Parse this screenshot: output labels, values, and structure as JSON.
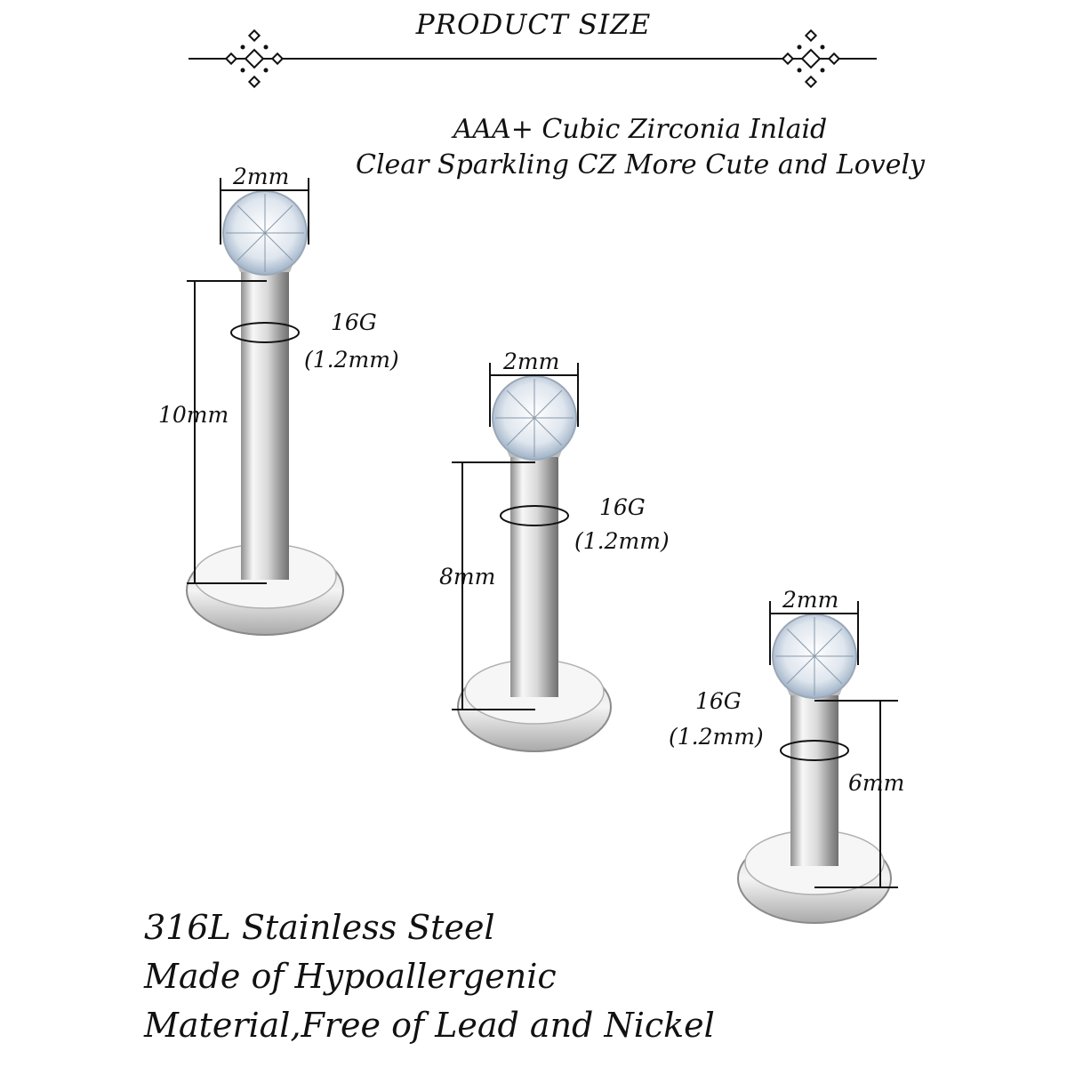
{
  "header": {
    "title": "PRODUCT    SIZE"
  },
  "tagline": {
    "line1": "AAA+ Cubic Zirconia Inlaid",
    "line2": "Clear Sparkling CZ More Cute and Lovely"
  },
  "products": [
    {
      "gem_width": "2mm",
      "gauge": "16G",
      "gauge_mm": "(1.2mm)",
      "length": "10mm"
    },
    {
      "gem_width": "2mm",
      "gauge": "16G",
      "gauge_mm": "(1.2mm)",
      "length": "8mm"
    },
    {
      "gem_width": "2mm",
      "gauge": "16G",
      "gauge_mm": "(1.2mm)",
      "length": "6mm"
    }
  ],
  "material": {
    "line1": "316L Stainless Steel",
    "line2": "Made of Hypoallergenic",
    "line3": "Material,Free of Lead and Nickel"
  },
  "colors": {
    "text": "#111111",
    "steel_light": "#f2f2f2",
    "steel_dark": "#9a9a9a",
    "gem": "#dfe8f2"
  }
}
